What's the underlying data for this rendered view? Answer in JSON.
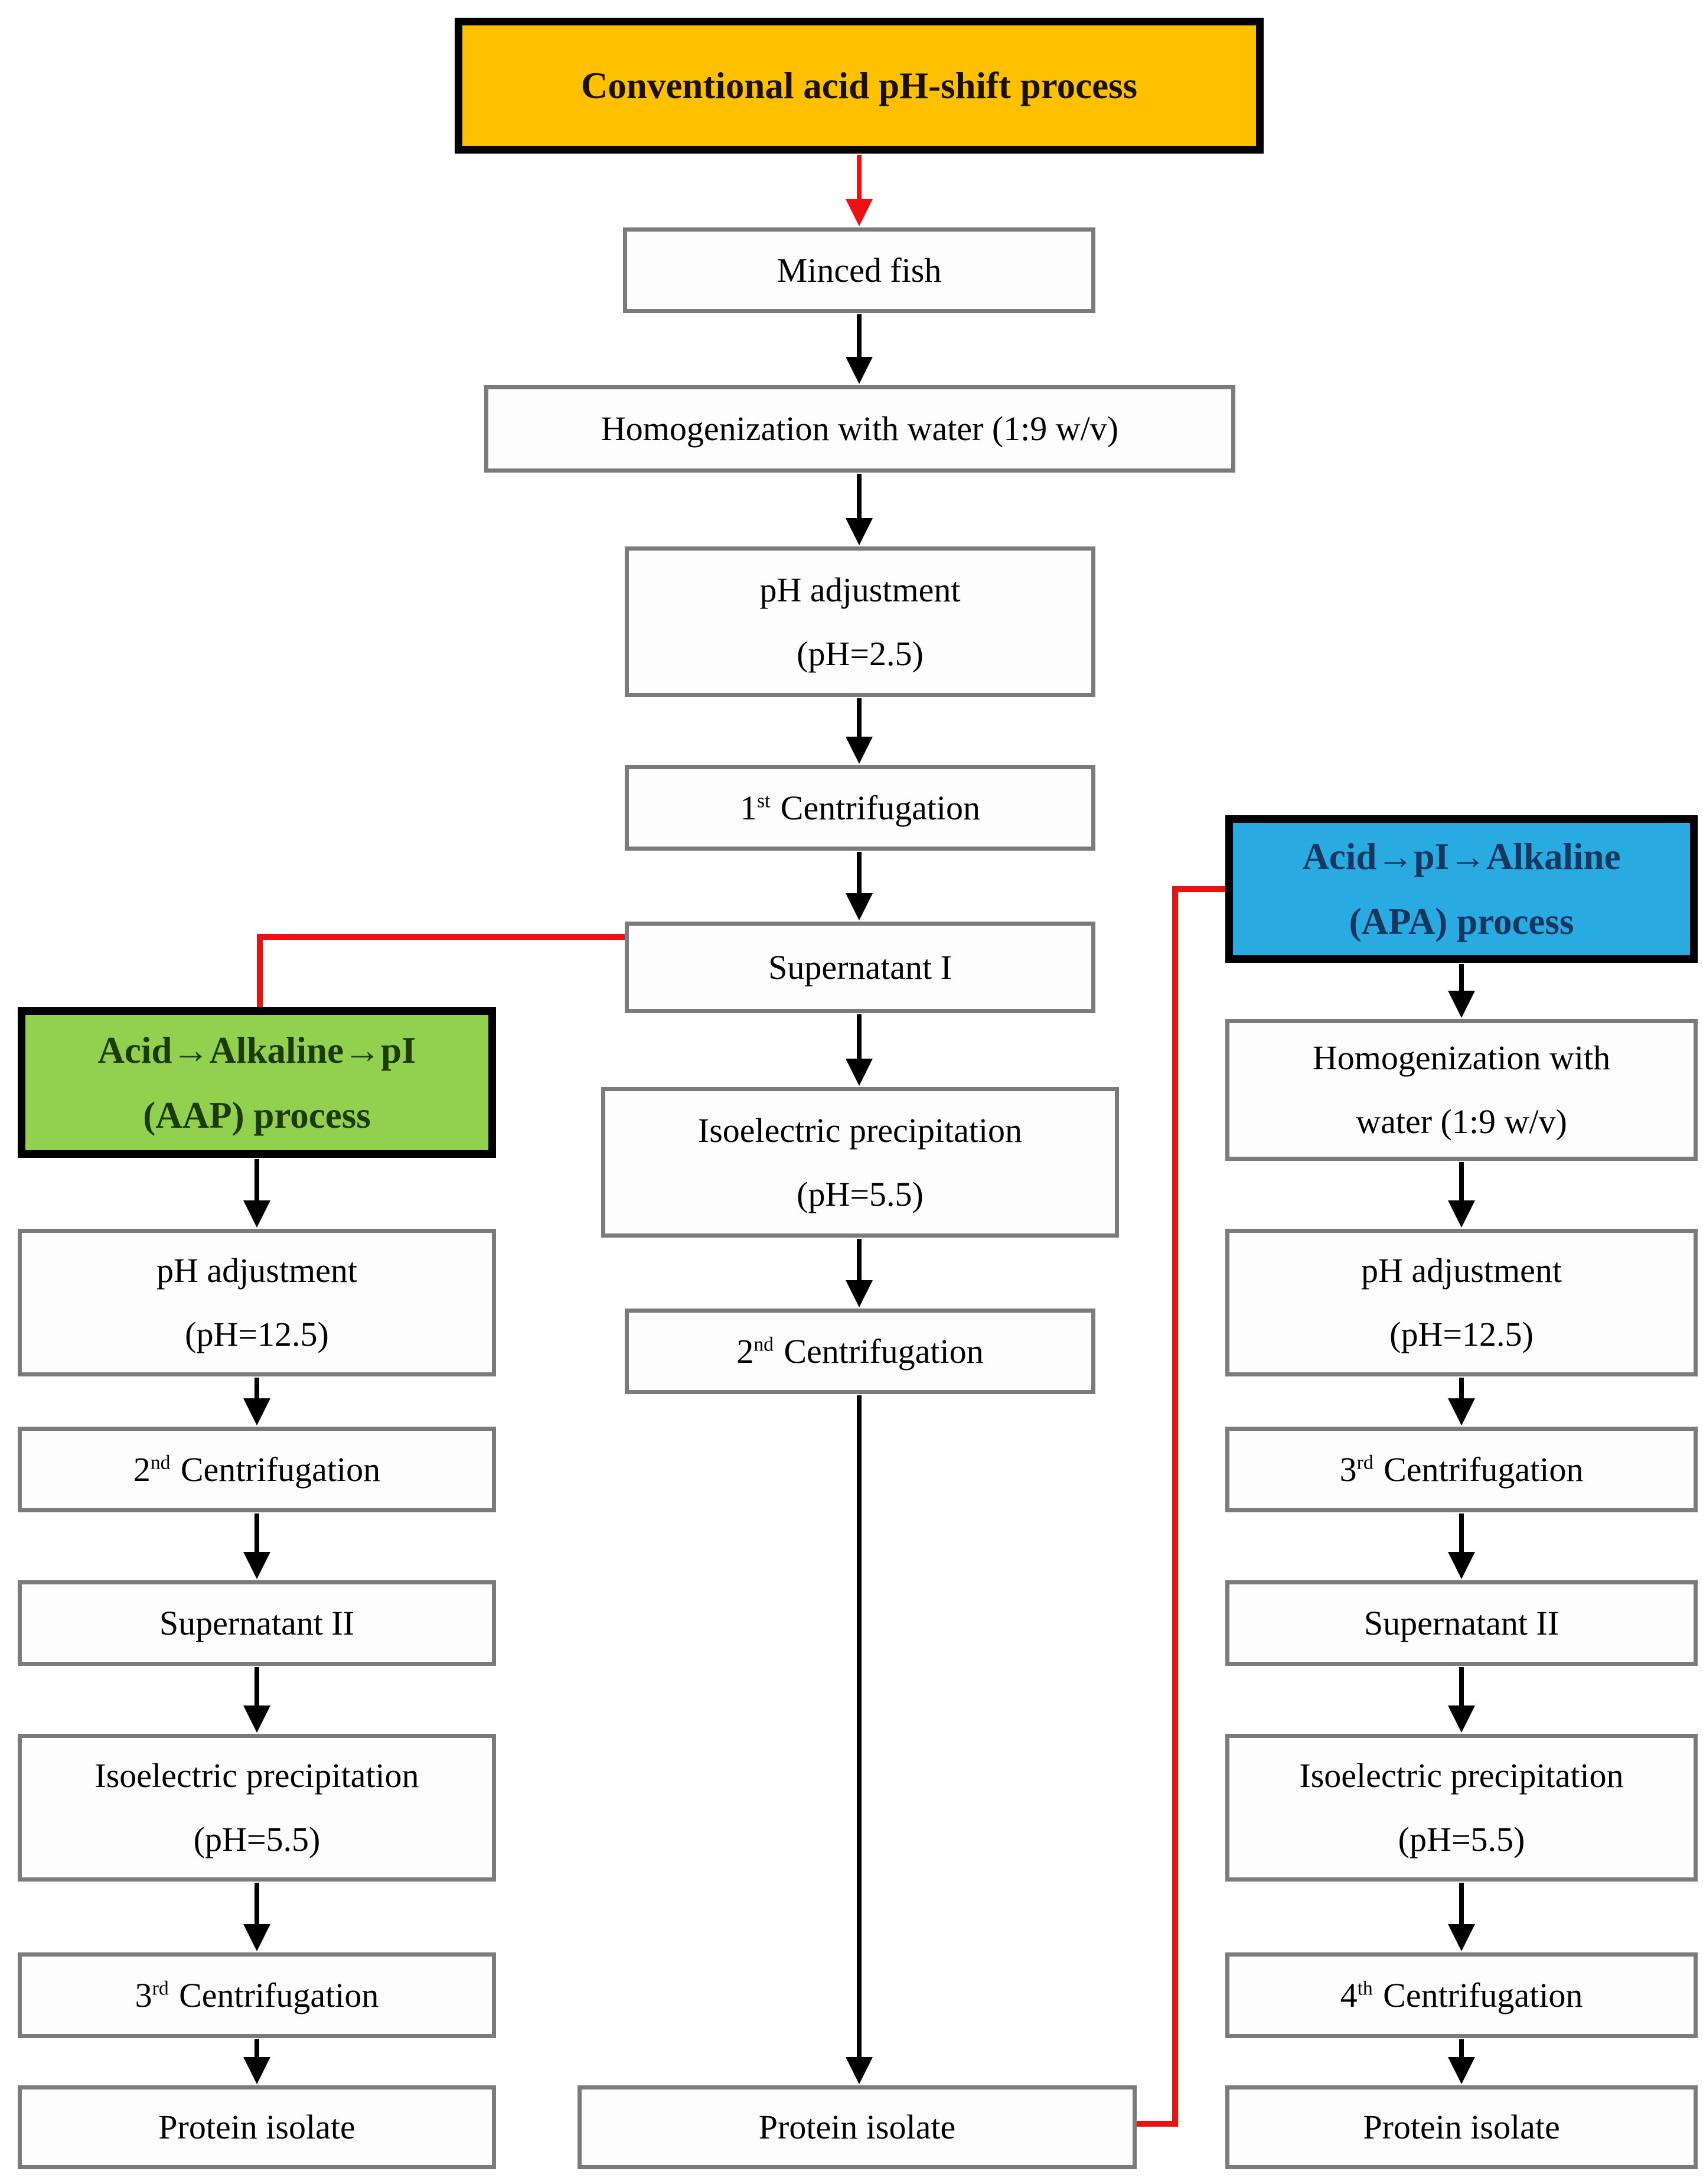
{
  "palette": {
    "orange_fill": "#FFC000",
    "green_fill": "#92D050",
    "blue_fill": "#29ABE2",
    "red_connector": "#EE1111",
    "box_border_gray": "#7B7B7B",
    "green_text": "#1C3A0A",
    "blue_text": "#17375E"
  },
  "headers": {
    "conventional": {
      "title": "Conventional acid pH-shift process"
    },
    "aap": {
      "line1": "Acid→Alkaline→pI",
      "line2": "(AAP) process"
    },
    "apa": {
      "line1": "Acid→pI→Alkaline",
      "line2": "(APA) process"
    }
  },
  "center": {
    "minced_fish": "Minced fish",
    "homogenization": "Homogenization with water (1:9 w/v)",
    "ph_adjustment": {
      "line1": "pH adjustment",
      "line2": "(pH=2.5)"
    },
    "centrifugation_1": {
      "num": "1",
      "ord": "st",
      "label": "Centrifugation"
    },
    "supernatant_1": "Supernatant I",
    "isoelectric": {
      "line1": "Isoelectric precipitation",
      "line2": "(pH=5.5)"
    },
    "centrifugation_2": {
      "num": "2",
      "ord": "nd",
      "label": "Centrifugation"
    },
    "protein_isolate": "Protein isolate"
  },
  "left": {
    "ph_adjustment": {
      "line1": "pH adjustment",
      "line2": "(pH=12.5)"
    },
    "centrifugation_2": {
      "num": "2",
      "ord": "nd",
      "label": "Centrifugation"
    },
    "supernatant_2": "Supernatant II",
    "isoelectric": {
      "line1": "Isoelectric precipitation",
      "line2": "(pH=5.5)"
    },
    "centrifugation_3": {
      "num": "3",
      "ord": "rd",
      "label": "Centrifugation"
    },
    "protein_isolate": "Protein isolate"
  },
  "right": {
    "homogenization": {
      "line1": "Homogenization with",
      "line2": "water (1:9 w/v)"
    },
    "ph_adjustment": {
      "line1": "pH adjustment",
      "line2": "(pH=12.5)"
    },
    "centrifugation_3": {
      "num": "3",
      "ord": "rd",
      "label": "Centrifugation"
    },
    "supernatant_2": "Supernatant II",
    "isoelectric": {
      "line1": "Isoelectric precipitation",
      "line2": "(pH=5.5)"
    },
    "centrifugation_4": {
      "num": "4",
      "ord": "th",
      "label": "Centrifugation"
    },
    "protein_isolate": "Protein isolate"
  }
}
